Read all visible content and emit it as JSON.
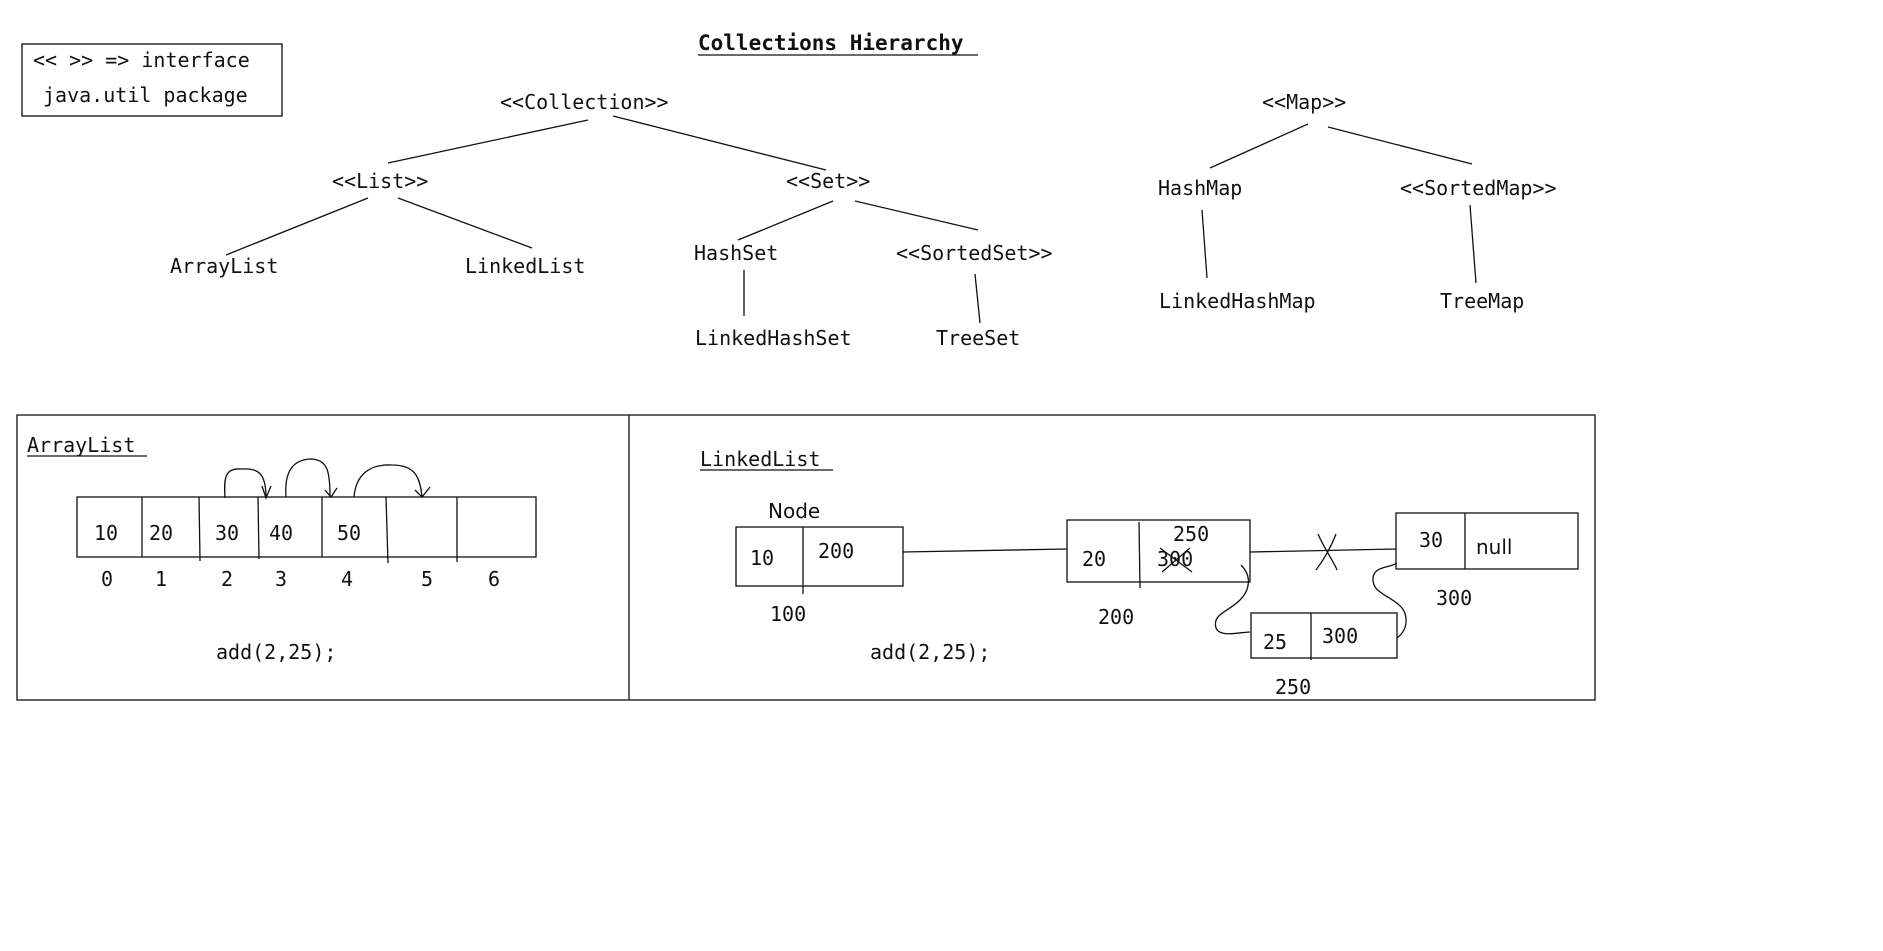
{
  "title": "Collections Hierarchy",
  "legend": {
    "line1": "<< >> => interface",
    "line2": "java.util package"
  },
  "hierarchy": {
    "collection": "<<Collection>>",
    "list": "<<List>>",
    "set": "<<Set>>",
    "arraylist": "ArrayList",
    "linkedlist": "LinkedList",
    "hashset": "HashSet",
    "sortedset": "<<SortedSet>>",
    "linkedhashset": "LinkedHashSet",
    "treeset": "TreeSet",
    "map": "<<Map>>",
    "hashmap": "HashMap",
    "sortedmap": "<<SortedMap>>",
    "linkedhashmap": "LinkedHashMap",
    "treemap": "TreeMap"
  },
  "arraylist_panel": {
    "title": "ArrayList",
    "cells": [
      "10",
      "20",
      "30",
      "40",
      "50",
      "",
      ""
    ],
    "indices": [
      "0",
      "1",
      "2",
      "3",
      "4",
      "5",
      "6"
    ],
    "code": "add(2,25);"
  },
  "linkedlist_panel": {
    "title": "LinkedList",
    "node_label": "Node",
    "node1": {
      "value": "10",
      "next": "200",
      "address": "100"
    },
    "node2": {
      "value": "20",
      "next_old": "300",
      "next_new": "250",
      "address": "200"
    },
    "node3": {
      "value": "30",
      "next": "null",
      "address": "300"
    },
    "node_new": {
      "value": "25",
      "next": "300",
      "address": "250"
    },
    "code": "add(2,25);"
  },
  "colors": {
    "ink": "#111111",
    "background": "#ffffff"
  }
}
